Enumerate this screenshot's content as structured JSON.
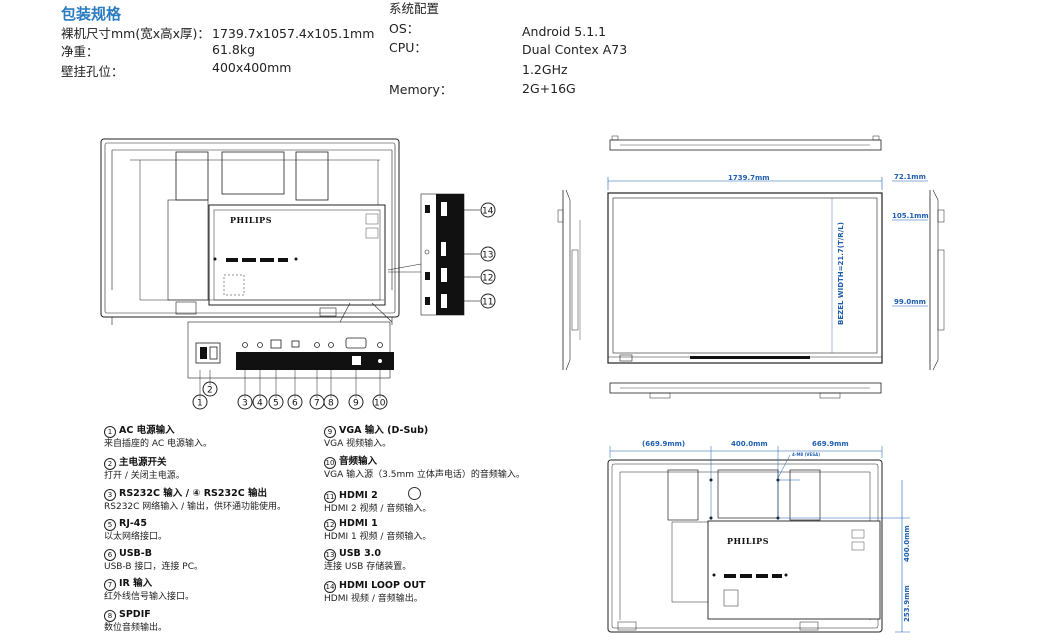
{
  "package": {
    "title": "包装规格",
    "rows": [
      {
        "label": "裸机尺寸mm(宽x高x厚)：",
        "value": "1739.7x1057.4x105.1mm"
      },
      {
        "label": "净重：",
        "value": "61.8kg"
      },
      {
        "label": "壁挂孔位：",
        "value": "400x400mm"
      }
    ]
  },
  "system": {
    "title": "系统配置",
    "rows": [
      {
        "label": "OS：",
        "value": "Android 5.1.1"
      },
      {
        "label": "CPU：",
        "value": "Dual Contex A73"
      },
      {
        "label": "",
        "value": "1.2GHz"
      },
      {
        "label": "Memory：",
        "value": "2G+16G"
      }
    ]
  },
  "legend_left": [
    {
      "num": "1",
      "title": "AC 电源输入",
      "desc": "来自插座的 AC 电源输入。"
    },
    {
      "num": "2",
      "title": "主电源开关",
      "desc": "打开 / 关闭主电源。"
    },
    {
      "num": "3",
      "title": "RS232C 输入 / ④ RS232C 输出",
      "desc": "RS232C 网络输入 / 输出，供环通功能使用。"
    },
    {
      "num": "5",
      "title": "RJ-45",
      "desc": "以太网络接口。"
    },
    {
      "num": "6",
      "title": "USB-B",
      "desc": "USB-B 接口，连接 PC。"
    },
    {
      "num": "7",
      "title": "IR 输入",
      "desc": "红外线信号输入接口。"
    },
    {
      "num": "8",
      "title": "SPDIF",
      "desc": "数位音频输出。"
    }
  ],
  "legend_right": [
    {
      "num": "9",
      "title": "VGA 输入 (D-Sub)",
      "desc": "VGA 视频输入。"
    },
    {
      "num": "10",
      "title": "音频输入",
      "desc": "VGA 输入源（3.5mm 立体声电话）的音频输入。"
    },
    {
      "num": "11",
      "title": "HDMI 2",
      "desc": "HDMI 2 视频 / 音频输入。"
    },
    {
      "num": "12",
      "title": "HDMI 1",
      "desc": "HDMI 1 视频 / 音频输入。"
    },
    {
      "num": "13",
      "title": "USB 3.0",
      "desc": "连接 USB 存储装置。"
    },
    {
      "num": "14",
      "title": "HDMI LOOP OUT",
      "desc": "HDMI 视频 / 音频输出。"
    }
  ],
  "diagram": {
    "brand": "PHILIPS",
    "port_numbers_bottom": [
      "1",
      "2",
      "3",
      "4",
      "5",
      "6",
      "7",
      "8",
      "9",
      "10"
    ],
    "port_numbers_side": [
      "14",
      "13",
      "12",
      "11"
    ],
    "dims_front": {
      "width": "1739.7mm",
      "depth_top": "72.1mm",
      "depth_mid": "105.1mm",
      "depth_bot": "99.0mm",
      "vertical_label": "BEZEL WIDTH=21.7(T/R/L)"
    },
    "dims_back": {
      "left": "(669.9mm)",
      "center": "400.0mm",
      "right": "669.9mm",
      "vesa_v": "400.0mm",
      "bottom_v": "253.9mm",
      "note": "4-M8 (VESA)"
    }
  }
}
